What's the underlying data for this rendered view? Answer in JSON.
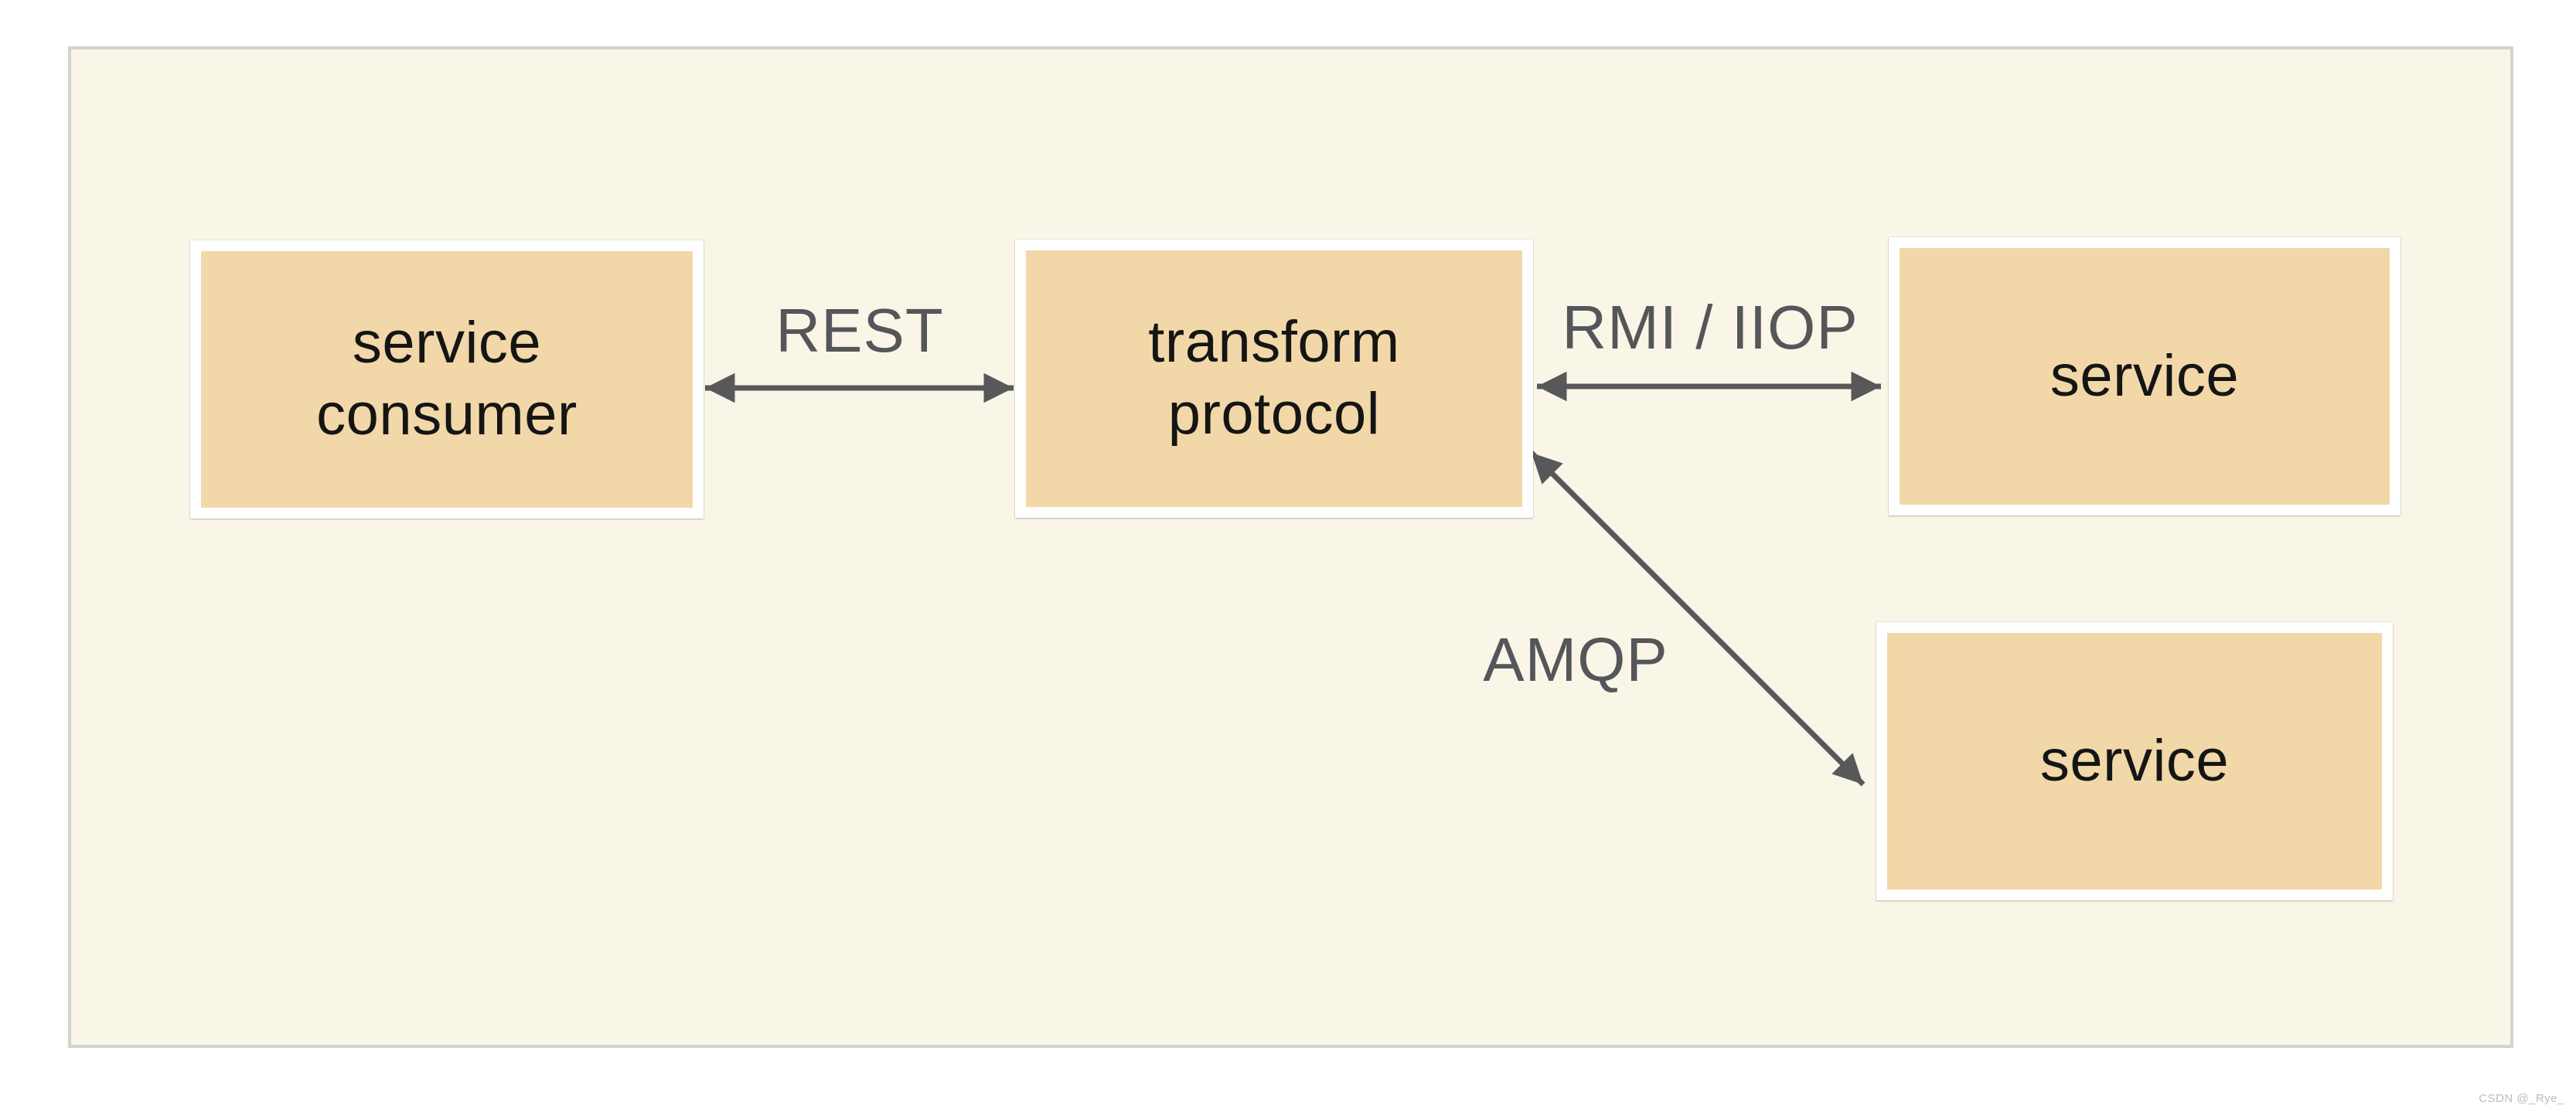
{
  "diagram": {
    "nodes": [
      {
        "id": "service-consumer",
        "lines": [
          "service",
          "consumer"
        ]
      },
      {
        "id": "transform-protocol",
        "lines": [
          "transform",
          "protocol"
        ]
      },
      {
        "id": "service-top",
        "lines": [
          "service"
        ]
      },
      {
        "id": "service-bottom",
        "lines": [
          "service"
        ]
      }
    ],
    "edges": [
      {
        "id": "rest",
        "label": "REST",
        "type": "double-arrow-horizontal"
      },
      {
        "id": "rmi-iiop",
        "label": "RMI / IIOP",
        "type": "double-arrow-horizontal"
      },
      {
        "id": "amqp",
        "label": "AMQP",
        "type": "double-arrow-diagonal"
      }
    ],
    "colors": {
      "page_bg": "#ffffff",
      "panel_bg": "#f9f6e7",
      "panel_border": "#d3d3ce",
      "node_fill": "#f2d8a8",
      "node_frame": "#ffffff",
      "arrow": "#58585a",
      "edge_label": "#55565a",
      "node_text": "#151515",
      "watermark": "#bcbcbc"
    }
  },
  "watermark": {
    "text": "CSDN @_Rye_"
  }
}
